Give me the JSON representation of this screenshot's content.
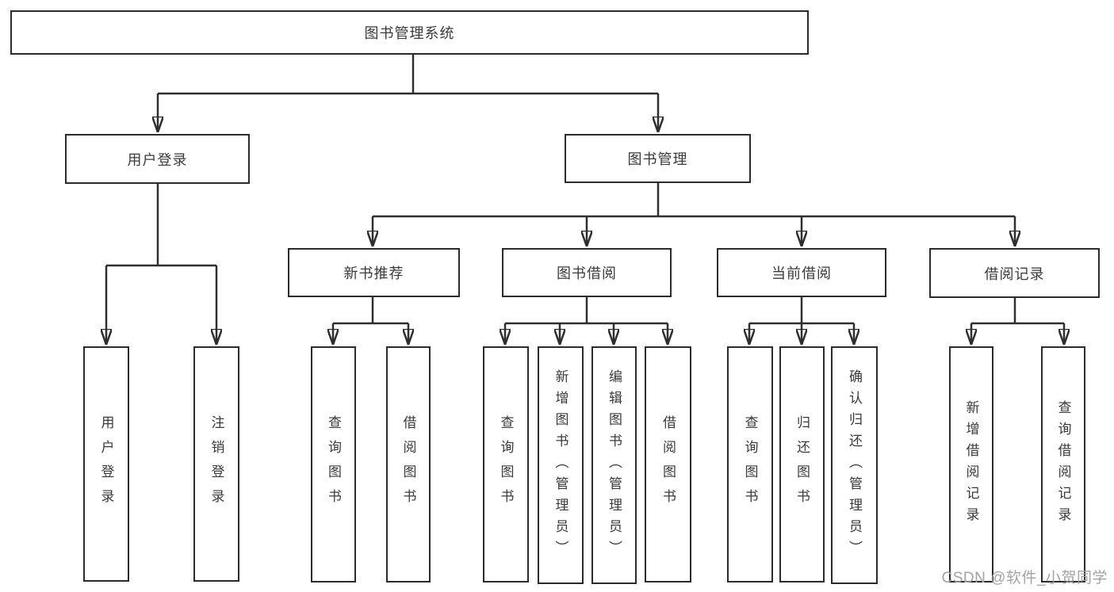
{
  "diagram": {
    "root": {
      "label": "图书管理系统"
    },
    "branches": [
      {
        "label": "用户登录",
        "children": [
          {
            "label": "用户登录"
          },
          {
            "label": "注销登录"
          }
        ]
      },
      {
        "label": "图书管理",
        "children": [
          {
            "label": "新书推荐",
            "children": [
              {
                "label": "查询图书"
              },
              {
                "label": "借阅图书"
              }
            ]
          },
          {
            "label": "图书借阅",
            "children": [
              {
                "label": "查询图书"
              },
              {
                "label": "新增图书（管理员）"
              },
              {
                "label": "编辑图书（管理员）"
              },
              {
                "label": "借阅图书"
              }
            ]
          },
          {
            "label": "当前借阅",
            "children": [
              {
                "label": "查询图书"
              },
              {
                "label": "归还图书"
              },
              {
                "label": "确认归还（管理员）"
              }
            ]
          },
          {
            "label": "借阅记录",
            "children": [
              {
                "label": "新增借阅记录"
              },
              {
                "label": "查询借阅记录"
              }
            ]
          }
        ]
      }
    ]
  },
  "watermark": {
    "text": "CSDN @软件_小贺同学"
  },
  "colors": {
    "line": "#2e2e2e",
    "box_border": "#2b2b2b",
    "text": "#3a3a3a",
    "watermark": "#a3a3a3",
    "background": "#ffffff"
  }
}
